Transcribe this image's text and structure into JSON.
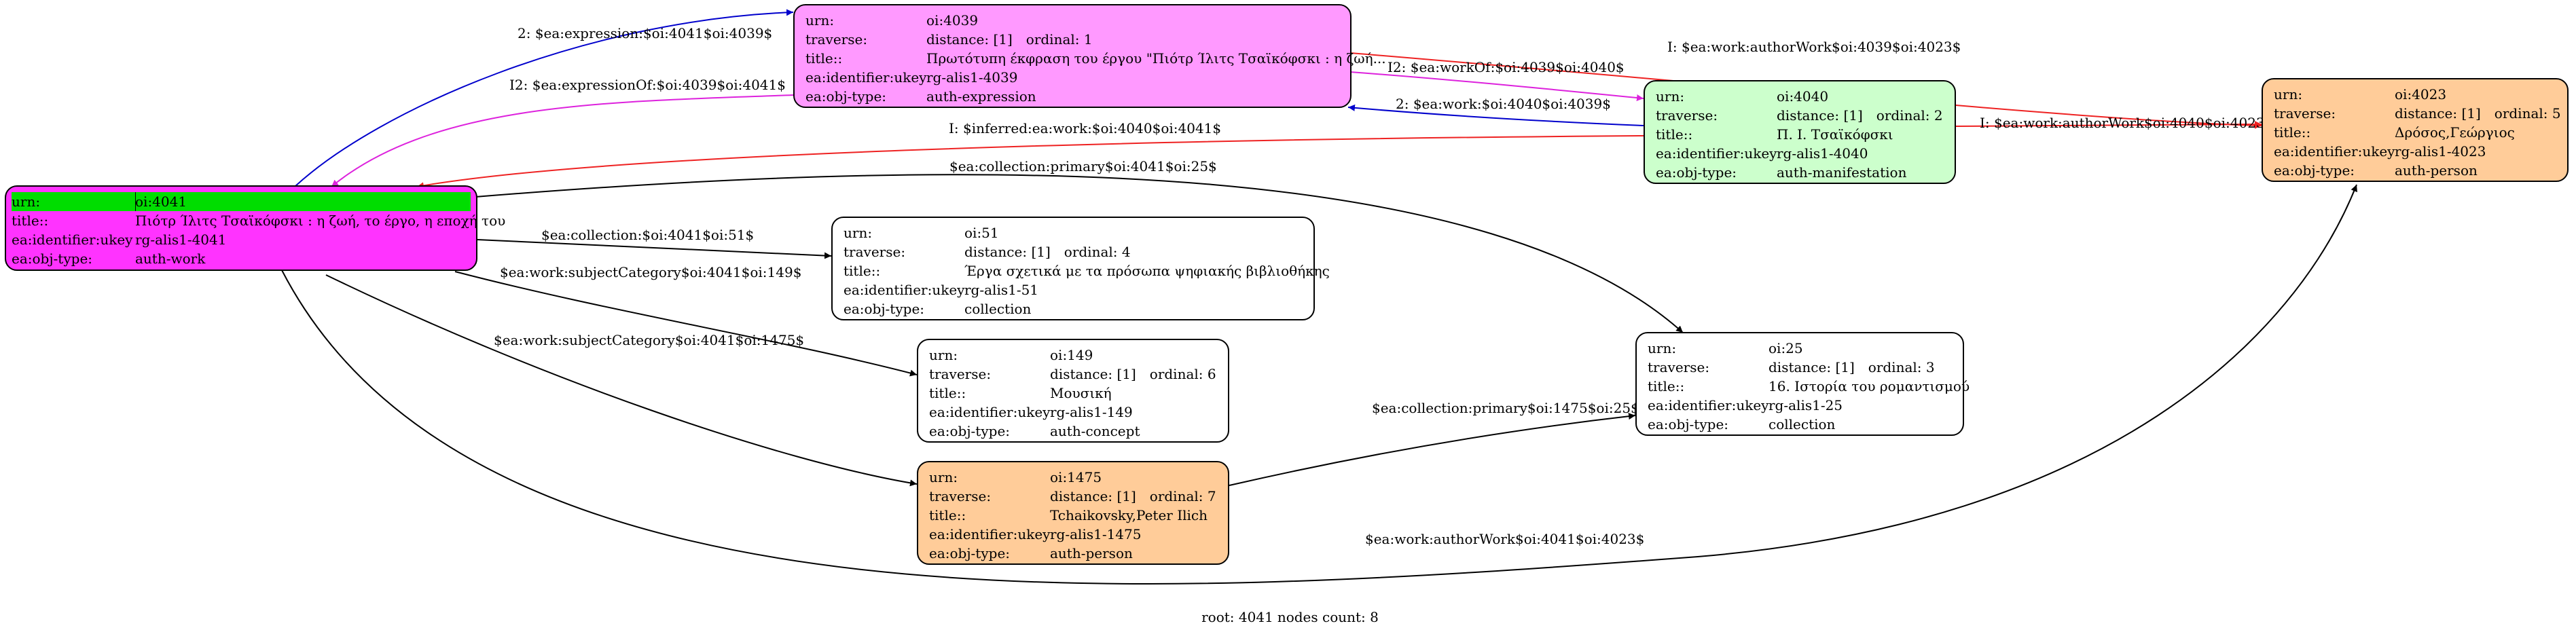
{
  "colors": {
    "root_fill": "#ff33ff",
    "root_header": "#00dd00",
    "expression_fill": "#ff99ff",
    "manifestation_fill": "#ccffcc",
    "person_fill": "#ffcc99",
    "plain_fill": "#ffffff",
    "edge_blue": "#0000cc",
    "edge_magenta": "#dd22dd",
    "edge_red": "#ee2222",
    "edge_black": "#000000"
  },
  "nodes": {
    "n4041": {
      "urn_key": "urn:",
      "urn": "oi:4041",
      "title_key": "title::",
      "title": "Πιότρ Ίλιτς Τσαϊκόφσκι : η ζωή, το έργο, η εποχή του",
      "ukey_key": "ea:identifier:ukey",
      "ukey": "rg-alis1-4041",
      "type_key": "ea:obj-type:",
      "type": "auth-work"
    },
    "n4039": {
      "urn_key": "urn:",
      "urn": "oi:4039",
      "traverse_key": "traverse:",
      "distance": "distance: [1]",
      "ordinal": "ordinal: 1",
      "title_key": "title::",
      "title": "Πρωτότυπη έκφραση του έργου \"Πιότρ Ίλιτς Τσαϊκόφσκι : η ζωή...",
      "ukey_key": "ea:identifier:ukey",
      "ukey": "rg-alis1-4039",
      "type_key": "ea:obj-type:",
      "type": "auth-expression"
    },
    "n4040": {
      "urn_key": "urn:",
      "urn": "oi:4040",
      "traverse_key": "traverse:",
      "distance": "distance: [1]",
      "ordinal": "ordinal: 2",
      "title_key": "title::",
      "title": "Π. Ι. Τσαϊκόφσκι",
      "ukey_key": "ea:identifier:ukey",
      "ukey": "rg-alis1-4040",
      "type_key": "ea:obj-type:",
      "type": "auth-manifestation"
    },
    "n4023": {
      "urn_key": "urn:",
      "urn": "oi:4023",
      "traverse_key": "traverse:",
      "distance": "distance: [1]",
      "ordinal": "ordinal: 5",
      "title_key": "title::",
      "title": "Δρόσος,Γεώργιος",
      "ukey_key": "ea:identifier:ukey",
      "ukey": "rg-alis1-4023",
      "type_key": "ea:obj-type:",
      "type": "auth-person"
    },
    "n51": {
      "urn_key": "urn:",
      "urn": "oi:51",
      "traverse_key": "traverse:",
      "distance": "distance: [1]",
      "ordinal": "ordinal: 4",
      "title_key": "title::",
      "title": "Έργα σχετικά με τα πρόσωπα ψηφιακής βιβλιοθήκης",
      "ukey_key": "ea:identifier:ukey",
      "ukey": "rg-alis1-51",
      "type_key": "ea:obj-type:",
      "type": "collection"
    },
    "n149": {
      "urn_key": "urn:",
      "urn": "oi:149",
      "traverse_key": "traverse:",
      "distance": "distance: [1]",
      "ordinal": "ordinal: 6",
      "title_key": "title::",
      "title": "Μουσική",
      "ukey_key": "ea:identifier:ukey",
      "ukey": "rg-alis1-149",
      "type_key": "ea:obj-type:",
      "type": "auth-concept"
    },
    "n1475": {
      "urn_key": "urn:",
      "urn": "oi:1475",
      "traverse_key": "traverse:",
      "distance": "distance: [1]",
      "ordinal": "ordinal: 7",
      "title_key": "title::",
      "title": "Tchaikovsky,Peter Ilich",
      "ukey_key": "ea:identifier:ukey",
      "ukey": "rg-alis1-1475",
      "type_key": "ea:obj-type:",
      "type": "auth-person"
    },
    "n25": {
      "urn_key": "urn:",
      "urn": "oi:25",
      "traverse_key": "traverse:",
      "distance": "distance: [1]",
      "ordinal": "ordinal: 3",
      "title_key": "title::",
      "title": "16. Ιστορία του ρομαντισμού",
      "ukey_key": "ea:identifier:ukey",
      "ukey": "rg-alis1-25",
      "type_key": "ea:obj-type:",
      "type": "collection"
    }
  },
  "edges": {
    "e1": "2: $ea:expression:$oi:4041$oi:4039$",
    "e2": "I2: $ea:expressionOf:$oi:4039$oi:4041$",
    "e3": "I: $ea:work:authorWork$oi:4039$oi:4023$",
    "e4": "I2: $ea:workOf:$oi:4039$oi:4040$",
    "e5": "2: $ea:work:$oi:4040$oi:4039$",
    "e6": "I: $inferred:ea:work:$oi:4040$oi:4041$",
    "e7": "I: $ea:work:authorWork$oi:4040$oi:4023$",
    "e8": "$ea:collection:primary$oi:4041$oi:25$",
    "e9": "$ea:collection:$oi:4041$oi:51$",
    "e10": "$ea:work:subjectCategory$oi:4041$oi:149$",
    "e11": "$ea:work:subjectCategory$oi:4041$oi:1475$",
    "e12": "$ea:collection:primary$oi:1475$oi:25$",
    "e13": "$ea:work:authorWork$oi:4041$oi:4023$"
  },
  "footer": {
    "root": "root: 4041",
    "count": "nodes count: 8"
  }
}
